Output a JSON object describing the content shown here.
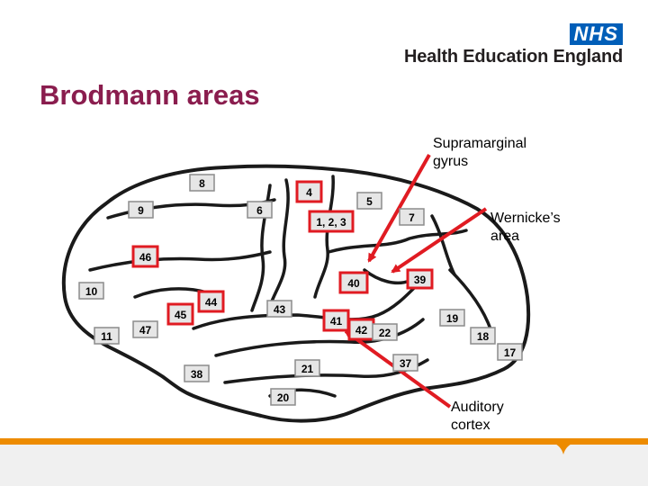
{
  "header": {
    "logo_mark": "NHS",
    "organization": "Health Education England"
  },
  "title": "Brodmann areas",
  "callouts": [
    {
      "id": "supramarginal",
      "lines": [
        "Supramarginal",
        "gyrus"
      ]
    },
    {
      "id": "wernicke",
      "lines": [
        "Wernicke’s",
        "area"
      ]
    },
    {
      "id": "auditory",
      "lines": [
        "Auditory",
        "cortex"
      ]
    }
  ],
  "areas": [
    {
      "label": "8",
      "highlighted": false
    },
    {
      "label": "4",
      "highlighted": true
    },
    {
      "label": "9",
      "highlighted": false
    },
    {
      "label": "6",
      "highlighted": false
    },
    {
      "label": "5",
      "highlighted": false
    },
    {
      "label": "1, 2, 3",
      "highlighted": true
    },
    {
      "label": "7",
      "highlighted": false
    },
    {
      "label": "46",
      "highlighted": true
    },
    {
      "label": "10",
      "highlighted": false
    },
    {
      "label": "40",
      "highlighted": true
    },
    {
      "label": "39",
      "highlighted": true
    },
    {
      "label": "44",
      "highlighted": true
    },
    {
      "label": "45",
      "highlighted": true
    },
    {
      "label": "43",
      "highlighted": false
    },
    {
      "label": "41",
      "highlighted": true
    },
    {
      "label": "42",
      "highlighted": true
    },
    {
      "label": "22",
      "highlighted": false
    },
    {
      "label": "19",
      "highlighted": false
    },
    {
      "label": "11",
      "highlighted": false
    },
    {
      "label": "47",
      "highlighted": false
    },
    {
      "label": "18",
      "highlighted": false
    },
    {
      "label": "17",
      "highlighted": false
    },
    {
      "label": "38",
      "highlighted": false
    },
    {
      "label": "21",
      "highlighted": false
    },
    {
      "label": "37",
      "highlighted": false
    },
    {
      "label": "20",
      "highlighted": false
    }
  ],
  "colors": {
    "title": "#8a1d4e",
    "highlight_border": "#e01b22",
    "arrow": "#e01b22",
    "footer_bar": "#ed8b00",
    "nhs_blue": "#005eb8"
  }
}
